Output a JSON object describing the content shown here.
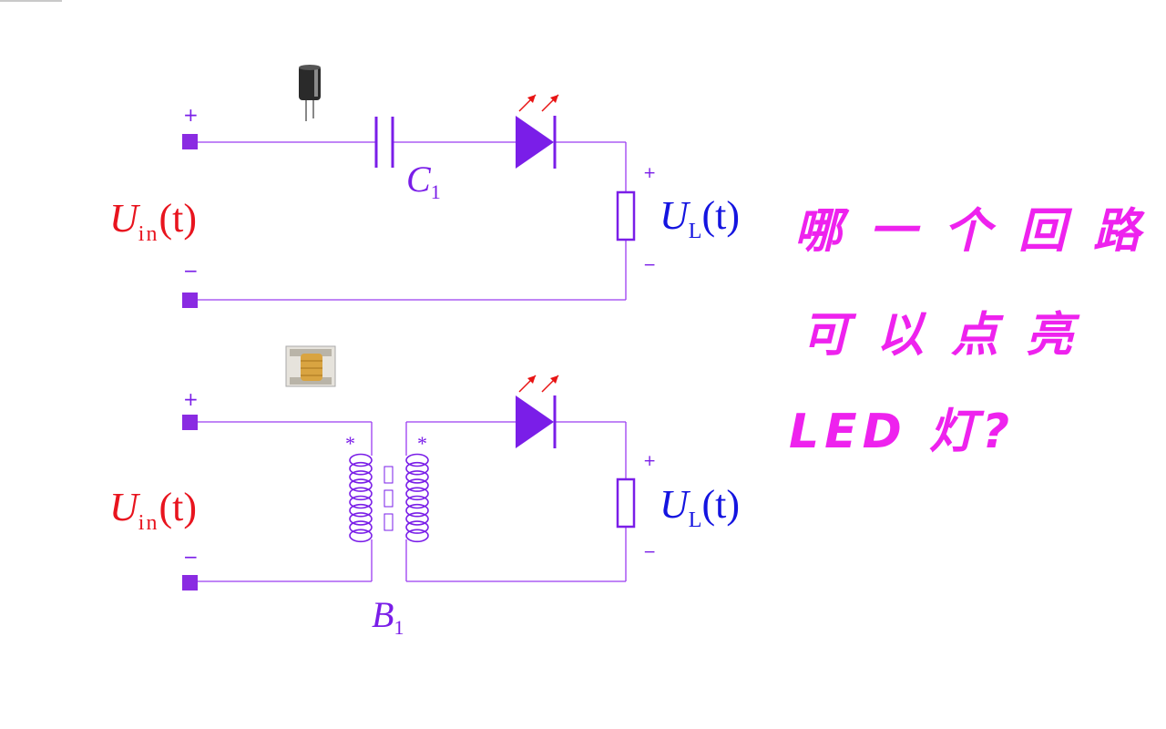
{
  "colors": {
    "wire": "#9a3cf0",
    "component": "#7a1ee8",
    "terminal": "#8a2be2",
    "input_label": "#e8141e",
    "output_label": "#1414e0",
    "question": "#ee22ee",
    "led_arrow": "#e81414"
  },
  "circuit_top": {
    "input_plus": "+",
    "input_minus": "−",
    "input_symbol": "U",
    "input_subscript": "in",
    "input_arg": "(t)",
    "capacitor_symbol": "C",
    "capacitor_subscript": "1",
    "output_plus": "+",
    "output_minus": "−",
    "output_symbol": "U",
    "output_subscript": "L",
    "output_arg": "(t)",
    "photo_icon": "capacitor-photo-icon"
  },
  "circuit_bottom": {
    "input_plus": "+",
    "input_minus": "−",
    "input_symbol": "U",
    "input_subscript": "in",
    "input_arg": "(t)",
    "transformer_symbol": "B",
    "transformer_subscript": "1",
    "dot_primary": "*",
    "dot_secondary": "*",
    "output_plus": "+",
    "output_minus": "−",
    "output_symbol": "U",
    "output_subscript": "L",
    "output_arg": "(t)",
    "photo_icon": "transformer-photo-icon"
  },
  "question": {
    "line1": "哪一个回路",
    "line2": "可以点亮",
    "line3": "LED 灯?"
  }
}
